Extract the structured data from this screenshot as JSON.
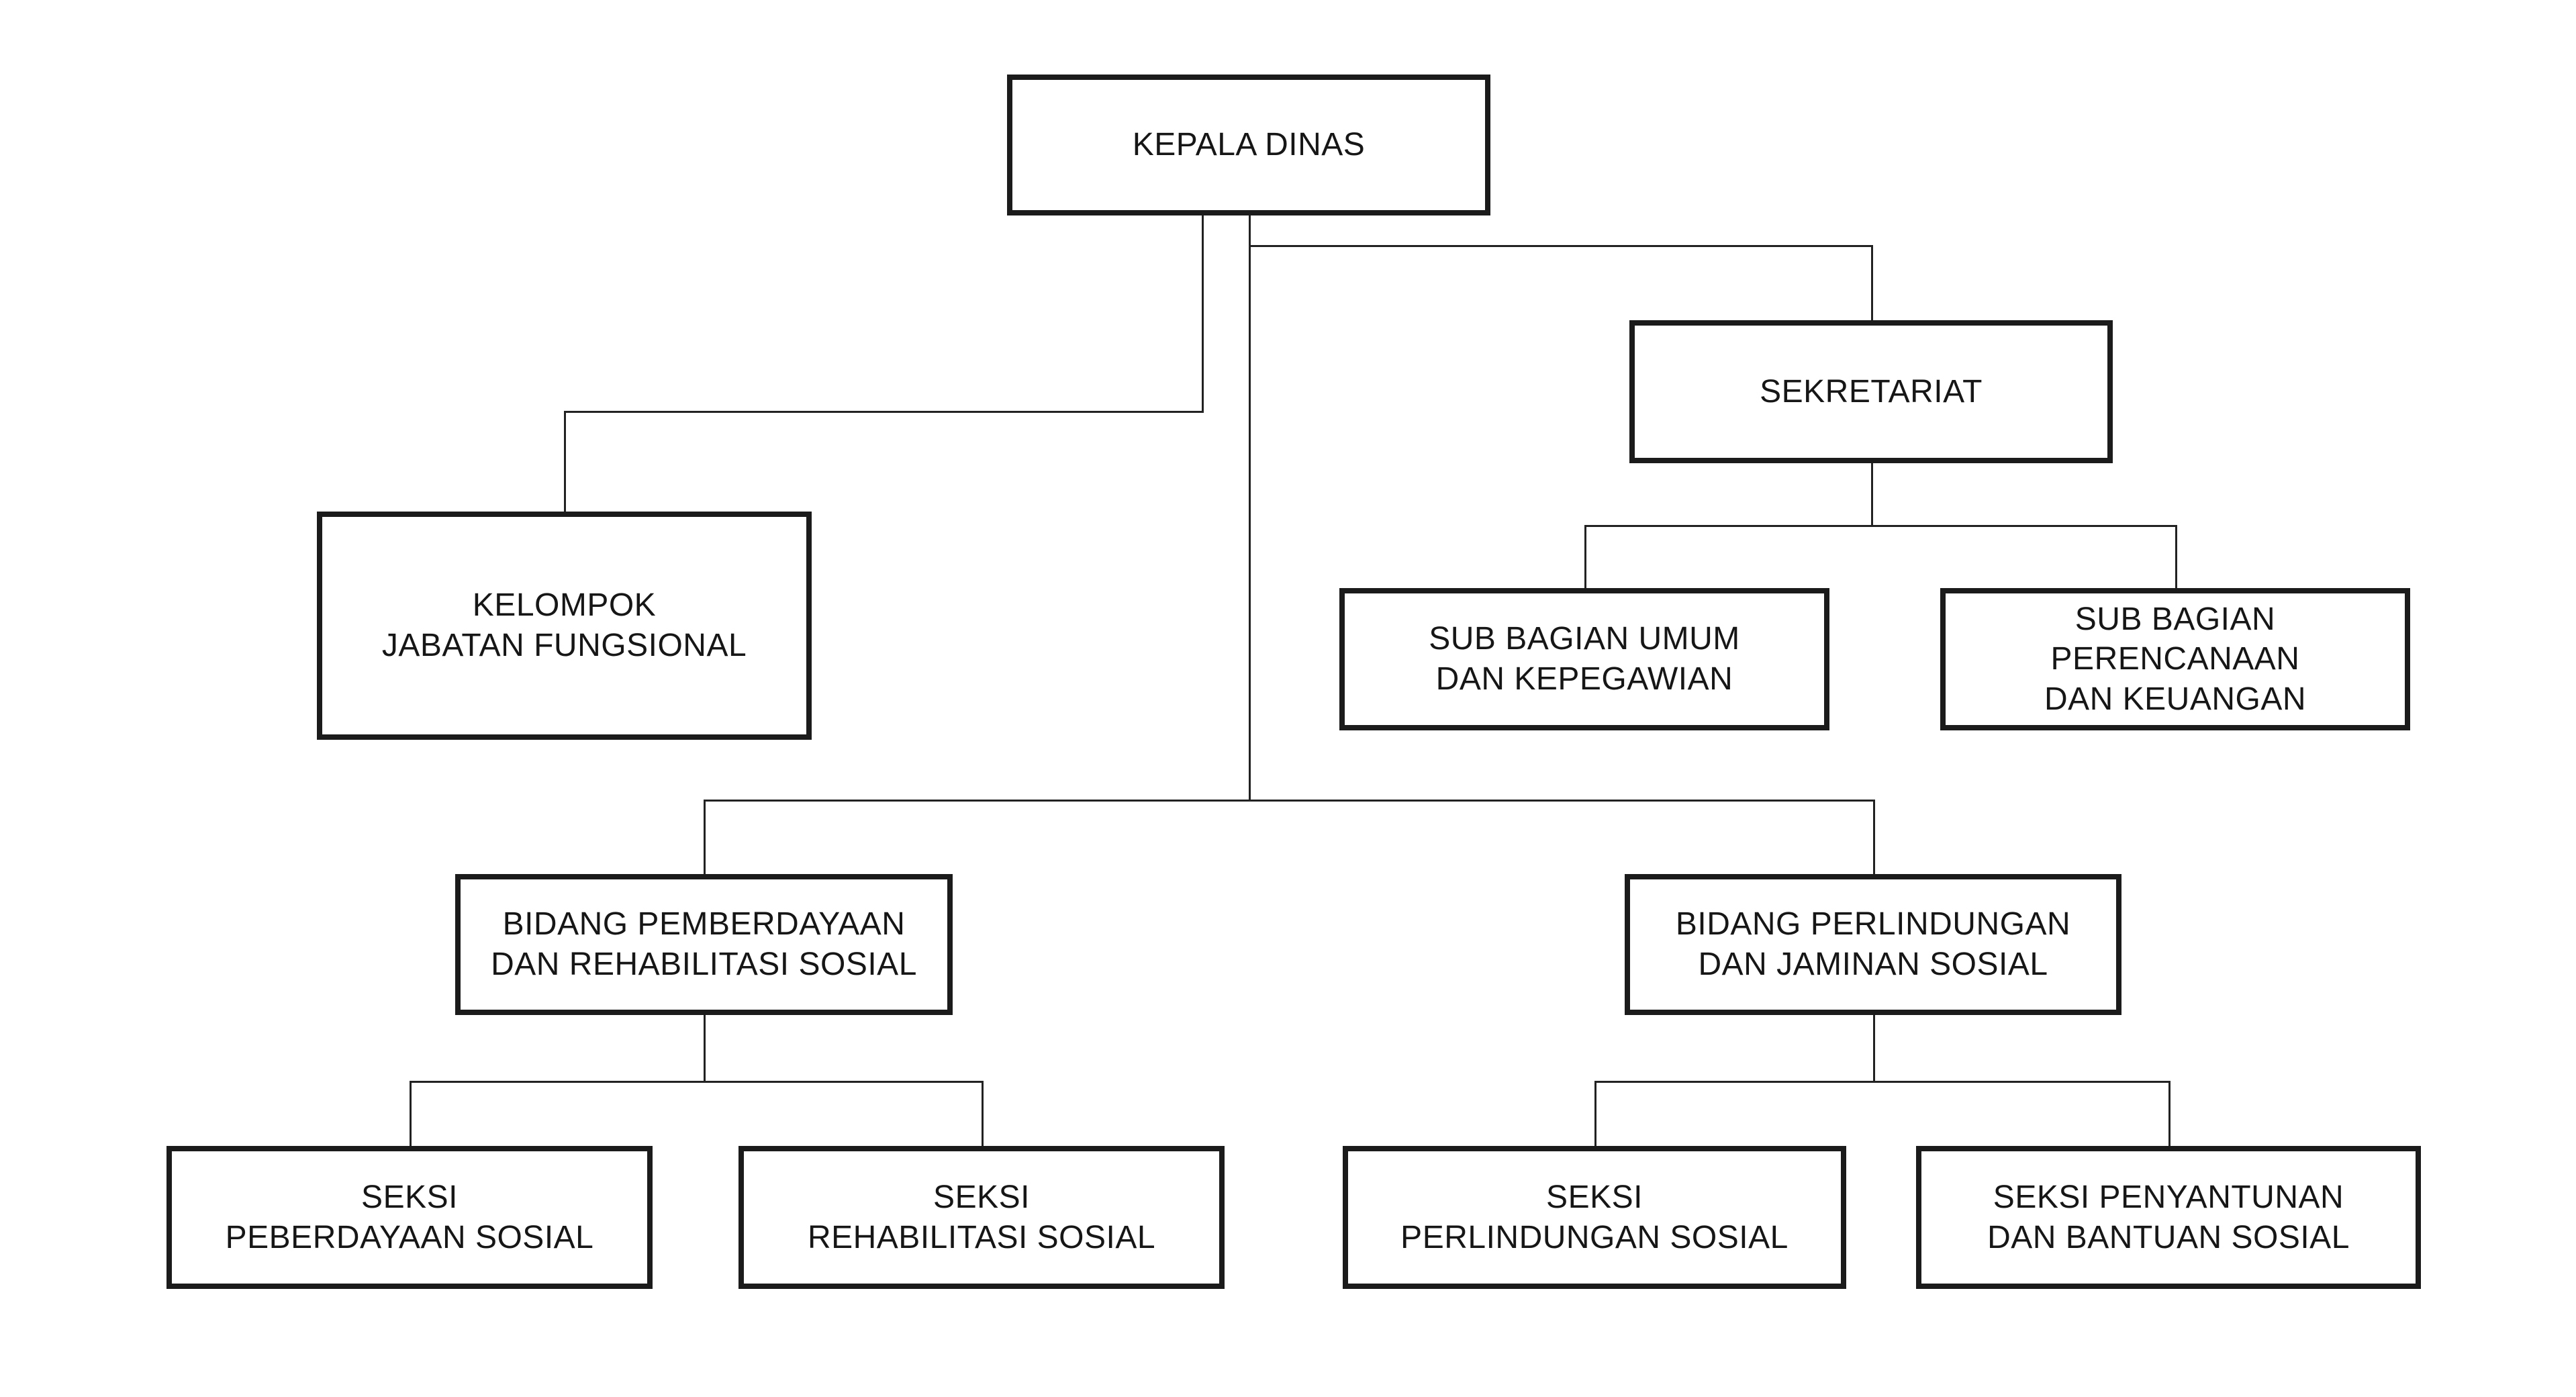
{
  "page": {
    "background_color": "#ffffff",
    "box_border_color": "#1b1b1b",
    "connector_color": "#222222",
    "text_color": "#161616"
  },
  "org_chart": {
    "type": "organizational-chart",
    "nodes": [
      {
        "id": "kepala-dinas",
        "label_lines": [
          "KEPALA DINAS"
        ]
      },
      {
        "id": "kelompok-jabatan-fungsional",
        "label_lines": [
          "KELOMPOK",
          "JABATAN FUNGSIONAL"
        ]
      },
      {
        "id": "sekretariat",
        "label_lines": [
          "SEKRETARIAT"
        ]
      },
      {
        "id": "sub-bagian-umum",
        "label_lines": [
          "SUB BAGIAN UMUM",
          "DAN KEPEGAWIAN"
        ]
      },
      {
        "id": "sub-bagian-perencanaan",
        "label_lines": [
          "SUB BAGIAN",
          "PERENCANAAN",
          "DAN KEUANGAN"
        ]
      },
      {
        "id": "bidang-pemberdayaan",
        "label_lines": [
          "BIDANG PEMBERDAYAAN",
          "DAN REHABILITASI SOSIAL"
        ]
      },
      {
        "id": "bidang-perlindungan",
        "label_lines": [
          "BIDANG PERLINDUNGAN",
          "DAN JAMINAN SOSIAL"
        ]
      },
      {
        "id": "seksi-peberdayaan",
        "label_lines": [
          "SEKSI",
          "PEBERDAYAAN SOSIAL"
        ]
      },
      {
        "id": "seksi-rehabilitasi",
        "label_lines": [
          "SEKSI",
          "REHABILITASI SOSIAL"
        ]
      },
      {
        "id": "seksi-perlindungan",
        "label_lines": [
          "SEKSI",
          "PERLINDUNGAN SOSIAL"
        ]
      },
      {
        "id": "seksi-penyantunan",
        "label_lines": [
          "SEKSI PENYANTUNAN",
          "DAN BANTUAN SOSIAL"
        ]
      }
    ],
    "edges": [
      {
        "from": "kepala-dinas",
        "to": "kelompok-jabatan-fungsional"
      },
      {
        "from": "kepala-dinas",
        "to": "sekretariat"
      },
      {
        "from": "kepala-dinas",
        "to": "bidang-pemberdayaan"
      },
      {
        "from": "kepala-dinas",
        "to": "bidang-perlindungan"
      },
      {
        "from": "sekretariat",
        "to": "sub-bagian-umum"
      },
      {
        "from": "sekretariat",
        "to": "sub-bagian-perencanaan"
      },
      {
        "from": "bidang-pemberdayaan",
        "to": "seksi-peberdayaan"
      },
      {
        "from": "bidang-pemberdayaan",
        "to": "seksi-rehabilitasi"
      },
      {
        "from": "bidang-perlindungan",
        "to": "seksi-perlindungan"
      },
      {
        "from": "bidang-perlindungan",
        "to": "seksi-penyantunan"
      }
    ]
  }
}
